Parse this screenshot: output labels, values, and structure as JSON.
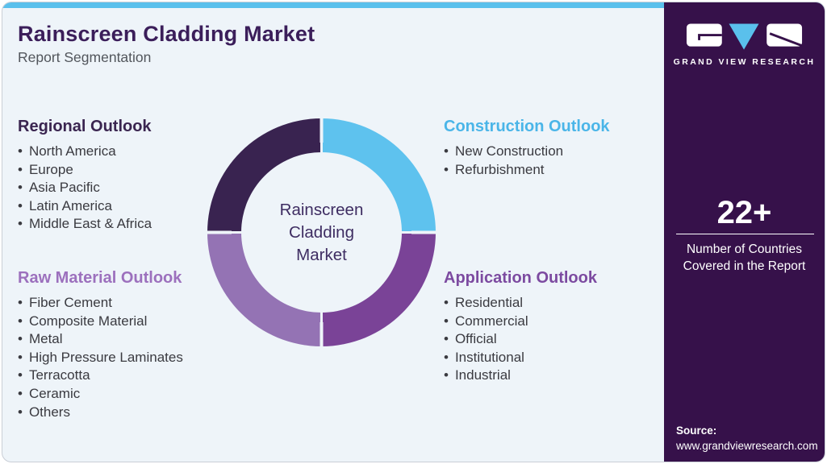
{
  "header": {
    "title": "Rainscreen Cladding Market",
    "subtitle": "Report Segmentation"
  },
  "colors": {
    "accent_blue": "#5ac0ec",
    "sidebar_purple": "#36114a",
    "title_purple": "#3b1e5a",
    "background": "#eef4f9"
  },
  "sections": [
    {
      "title": "Regional Outlook",
      "title_color": "#3a2550",
      "items": [
        "North America",
        "Europe",
        "Asia Pacific",
        "Latin America",
        "Middle East & Africa"
      ]
    },
    {
      "title": "Raw Material Outlook",
      "title_color": "#9c70bd",
      "items": [
        "Fiber Cement",
        "Composite Material",
        "Metal",
        "High Pressure Laminates",
        "Terracotta",
        "Ceramic",
        "Others"
      ]
    },
    {
      "title": "Construction Outlook",
      "title_color": "#4ab5e8",
      "items": [
        "New Construction",
        "Refurbishment"
      ]
    },
    {
      "title": "Application Outlook",
      "title_color": "#7c4aa0",
      "items": [
        "Residential",
        "Commercial",
        "Official",
        "Institutional",
        "Industrial"
      ]
    }
  ],
  "chart_data": {
    "type": "pie",
    "variant": "donut",
    "center_label": "Rainscreen Cladding Market",
    "legend_position": "none",
    "segments": [
      {
        "label": "Construction Outlook",
        "value": 25,
        "color": "#5ec2ee",
        "position": "top-right"
      },
      {
        "label": "Application Outlook",
        "value": 25,
        "color": "#7a4397",
        "position": "bottom-right"
      },
      {
        "label": "Raw Material Outlook",
        "value": 25,
        "color": "#9473b4",
        "position": "bottom-left"
      },
      {
        "label": "Regional Outlook",
        "value": 25,
        "color": "#392350",
        "position": "top-left"
      }
    ]
  },
  "sidebar": {
    "brand_name": "GRAND VIEW RESEARCH",
    "stat_value": "22+",
    "stat_caption": "Number of Countries Covered in the Report",
    "source_label": "Source:",
    "source_url": "www.grandviewresearch.com"
  }
}
